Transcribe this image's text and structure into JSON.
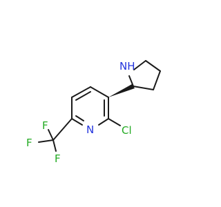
{
  "molecule": {
    "atoms": {
      "n_pyrrolidine": {
        "label": "NH",
        "color": "#2233dd"
      },
      "n_pyridine": {
        "label": "N",
        "color": "#2233dd"
      },
      "cl": {
        "label": "Cl",
        "color": "#22aa22"
      },
      "f_top": {
        "label": "F",
        "color": "#22aa22"
      },
      "f_left": {
        "label": "F",
        "color": "#22aa22"
      },
      "f_bottom": {
        "label": "F",
        "color": "#22aa22"
      }
    },
    "bond_color": "#1a1a1a"
  }
}
